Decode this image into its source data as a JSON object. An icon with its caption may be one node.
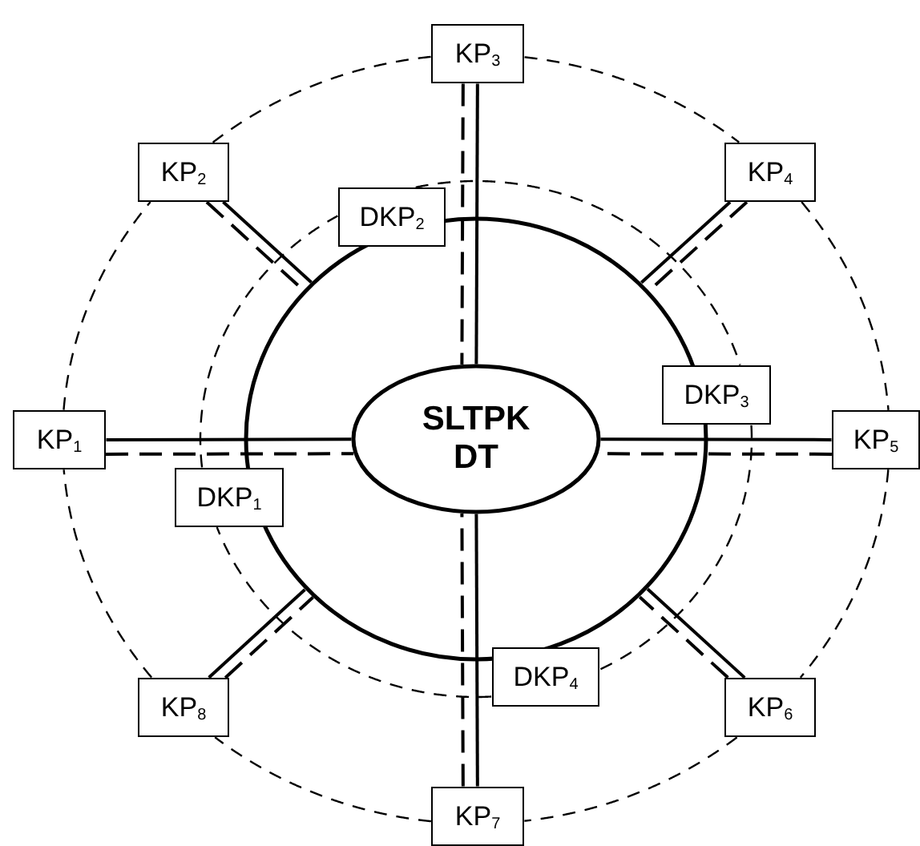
{
  "diagram": {
    "nodes": [
      {
        "text": [
          "KP$_{3}$"
        ]
      },
      {
        "text": [
          "KP$_{2}$"
        ]
      },
      {
        "text": [
          "KP$_{4}$"
        ]
      },
      {
        "text": [
          "DKP$_{2}$"
        ]
      },
      {
        "text": [],
        "shape": "circle"
      },
      {
        "text": [
          "SLTPK DT"
        ],
        "in": 4
      },
      {
        "text": [
          "KP$_{1}$"
        ]
      },
      {
        "text": [
          "DKP$_{3}$"
        ]
      },
      {
        "text": [
          "KP$_{5}$"
        ]
      },
      {
        "text": [
          "DKP$_{1}$"
        ]
      },
      {
        "text": [
          "DKP$_{4}$"
        ]
      },
      {
        "text": [
          "KP$_{8}$"
        ]
      },
      {
        "text": [
          "KP$_{6}$"
        ]
      },
      {
        "text": [
          "KP$_{7}$"
        ]
      }
    ],
    "edges": [
      {
        "from": 6,
        "to": 1,
        "arrow": "none",
        "style": "dashed"
      },
      {
        "from": 1,
        "to": 0,
        "arrow": "none",
        "style": "dashed"
      },
      {
        "from": 0,
        "to": 2,
        "arrow": "none",
        "style": "dashed"
      },
      {
        "from": 2,
        "to": 8,
        "arrow": "none",
        "style": "dashed"
      },
      {
        "from": 8,
        "to": 12,
        "arrow": "none",
        "style": "dashed"
      },
      {
        "from": 12,
        "to": 13,
        "arrow": "none",
        "style": "dashed"
      },
      {
        "from": 13,
        "to": 11,
        "arrow": "none",
        "style": "dashed"
      },
      {
        "from": 11,
        "to": 6,
        "arrow": "none",
        "style": "dashed"
      },
      {
        "from": 9,
        "to": 3,
        "arrow": "none",
        "style": "dashed"
      },
      {
        "from": 3,
        "to": 7,
        "arrow": "none",
        "style": "dashed"
      },
      {
        "from": 7,
        "to": 10,
        "arrow": "none",
        "style": "dashed"
      },
      {
        "from": 10,
        "to": 9,
        "arrow": "none",
        "style": "dashed"
      },
      {
        "from": 6,
        "to": 5,
        "arrow": "none"
      },
      {
        "from": 6,
        "to": 5,
        "arrow": "none",
        "style": "dashed"
      },
      {
        "from": 0,
        "to": 5,
        "arrow": "none"
      },
      {
        "from": 0,
        "to": 5,
        "arrow": "none",
        "style": "dashed"
      },
      {
        "from": 8,
        "to": 5,
        "arrow": "none"
      },
      {
        "from": 8,
        "to": 5,
        "arrow": "none",
        "style": "dashed"
      },
      {
        "from": 13,
        "to": 5,
        "arrow": "none"
      },
      {
        "from": 13,
        "to": 5,
        "arrow": "none",
        "style": "dashed"
      },
      {
        "from": 1,
        "to": 4,
        "arrow": "none"
      },
      {
        "from": 1,
        "to": 4,
        "arrow": "none",
        "style": "dashed"
      },
      {
        "from": 2,
        "to": 4,
        "arrow": "none"
      },
      {
        "from": 2,
        "to": 4,
        "arrow": "none",
        "style": "dashed"
      },
      {
        "from": 12,
        "to": 4,
        "arrow": "none"
      },
      {
        "from": 12,
        "to": 4,
        "arrow": "none",
        "style": "dashed"
      },
      {
        "from": 11,
        "to": 4,
        "arrow": "none"
      },
      {
        "from": 11,
        "to": 4,
        "arrow": "none",
        "style": "dashed"
      }
    ]
  }
}
